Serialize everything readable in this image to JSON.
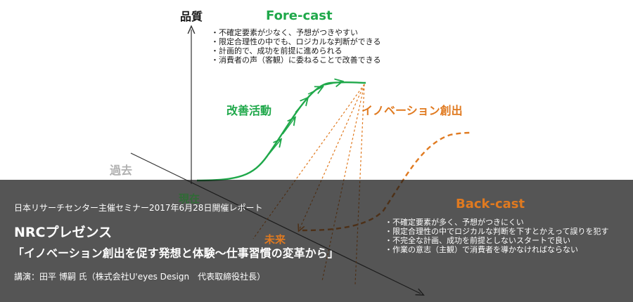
{
  "diagram": {
    "y_axis_label": "品質",
    "past_label": "過去",
    "present_label": "現在",
    "future_label": "未来",
    "forecast": {
      "title": "Fore-cast",
      "bullets": [
        "不確定要素が少なく、予想がつきやすい",
        "限定合理性の中でも、ロジカルな判断ができる",
        "計画的で、成功を前提に進められる",
        "消費者の声（客観）に委ねることで改善できる"
      ]
    },
    "improvement_label": "改善活動",
    "innovation_label": "イノベーション創出",
    "backcast": {
      "title": "Back-cast",
      "bullets": [
        "不確定要素が多く、予想がつきにくい",
        "限定合理性の中でロジカルな判断を下すとかえって誤りを犯す",
        "不完全な計画、成功を前提としないスタートで良い",
        "作業の意志（主観）で消費者を導かなければならない"
      ]
    },
    "colors": {
      "forecast": "#1fa84a",
      "backcast": "#e07a20",
      "axis": "#333333"
    }
  },
  "banner": {
    "seminar": "日本リサーチセンター主催セミナー2017年6月28日開催レポート",
    "title": "NRCプレゼンス",
    "theme": "「イノベーション創出を促す発想と体験～仕事習慣の変革から」",
    "speaker": "講演：田平 博嗣 氏（株式会社U'eyes Design　代表取締役社長）"
  }
}
